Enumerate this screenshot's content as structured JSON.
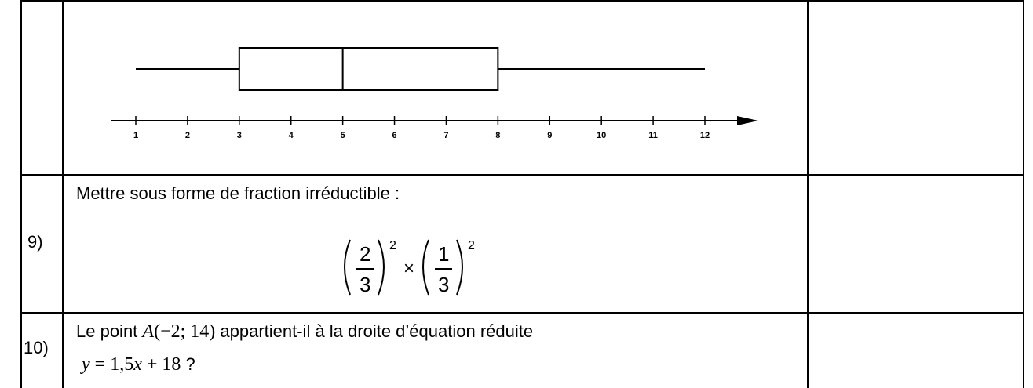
{
  "rows": [
    {
      "number": "",
      "boxplot": {
        "axis_ticks": [
          "1",
          "2",
          "3",
          "4",
          "5",
          "6",
          "7",
          "8",
          "9",
          "10",
          "11",
          "12"
        ],
        "min": 1,
        "q1": 3,
        "median": 5,
        "q3": 8,
        "max": 12
      }
    },
    {
      "number": "9)",
      "prompt": "Mettre sous forme de fraction irréductible :",
      "expression": {
        "f1_num": "2",
        "f1_den": "3",
        "exp1": "2",
        "times": "×",
        "f2_num": "1",
        "f2_den": "3",
        "exp2": "2"
      }
    },
    {
      "number": "10)",
      "line1_before": "Le point ",
      "point": "A",
      "coords": "(−2; 14)",
      "line1_after": " appartient-il à la droite d’équation réduite",
      "equation_y": "y",
      "equation_rhs_a": " = 1,5",
      "equation_x": "x",
      "equation_rhs_b": " + 18",
      "line2_after": " ?"
    }
  ]
}
